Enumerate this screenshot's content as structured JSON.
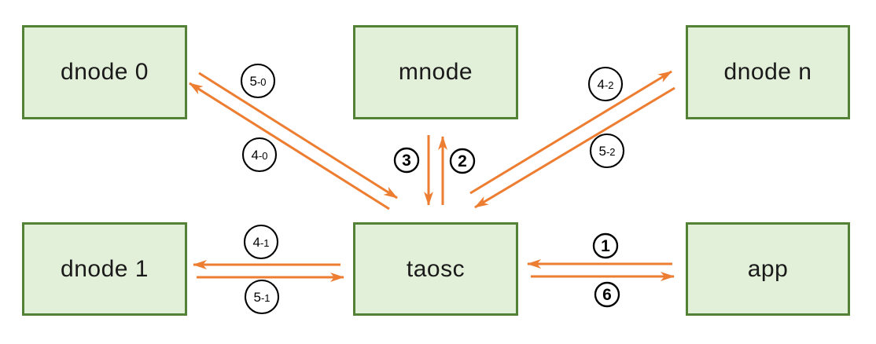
{
  "diagram": {
    "nodes": [
      {
        "id": "dnode0",
        "label": "dnode 0"
      },
      {
        "id": "mnode",
        "label": "mnode"
      },
      {
        "id": "dnoden",
        "label": "dnode n"
      },
      {
        "id": "dnode1",
        "label": "dnode 1"
      },
      {
        "id": "taosc",
        "label": "taosc"
      },
      {
        "id": "app",
        "label": "app"
      }
    ],
    "edges": [
      {
        "label": "5-0",
        "from": "dnode 0",
        "to": "taosc"
      },
      {
        "label": "4-0",
        "from": "taosc",
        "to": "dnode 0"
      },
      {
        "label": "3",
        "from": "mnode",
        "to": "taosc"
      },
      {
        "label": "2",
        "from": "taosc",
        "to": "mnode"
      },
      {
        "label": "4-2",
        "from": "taosc",
        "to": "dnode n"
      },
      {
        "label": "5-2",
        "from": "dnode n",
        "to": "taosc"
      },
      {
        "label": "4-1",
        "from": "taosc",
        "to": "dnode 1"
      },
      {
        "label": "5-1",
        "from": "dnode 1",
        "to": "taosc"
      },
      {
        "label": "1",
        "from": "app",
        "to": "taosc"
      },
      {
        "label": "6",
        "from": "taosc",
        "to": "app"
      }
    ]
  },
  "colors": {
    "arrow": "#ED7D31",
    "node_fill": "#E2EFD9",
    "node_border": "#538135",
    "label_circle_stroke": "#000000",
    "text": "#1A1A1A",
    "background": "#FFFFFF"
  }
}
